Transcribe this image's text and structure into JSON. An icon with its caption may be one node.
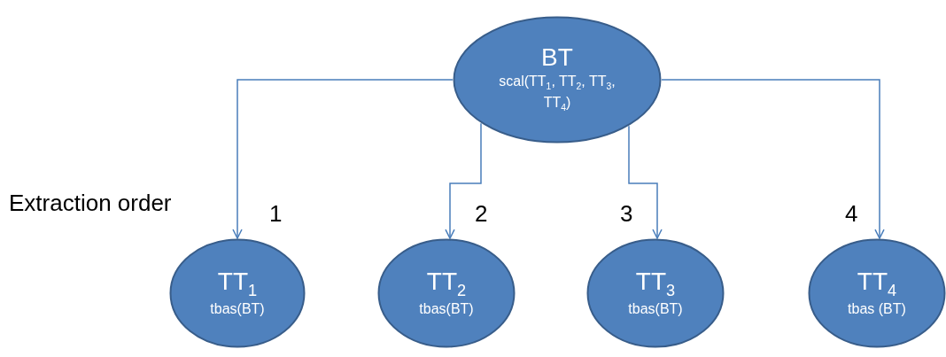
{
  "diagram": {
    "nodes": [
      {
        "text": [
          "BT",
          "scal(TT$_{1}$, TT$_{2}$, TT$_{3}$, TT$_{4}$)"
        ]
      },
      {
        "text": [
          "TT$_{1}$",
          "tbas(BT)"
        ]
      },
      {
        "text": [
          "TT$_{2}$",
          "tbas(BT)"
        ]
      },
      {
        "text": [
          "TT$_{3}$",
          "tbas(BT)"
        ]
      },
      {
        "text": [
          "TT$_{4}$",
          "tbas (BT)"
        ]
      }
    ],
    "edges": [
      {
        "from": 0,
        "to": 1,
        "arrow": "to"
      },
      {
        "from": 0,
        "to": 2,
        "arrow": "to"
      },
      {
        "from": 0,
        "to": 3,
        "arrow": "to"
      },
      {
        "from": 0,
        "to": 4,
        "arrow": "to"
      }
    ],
    "labels": [
      "Extraction order",
      "1",
      "2",
      "3",
      "4"
    ]
  }
}
